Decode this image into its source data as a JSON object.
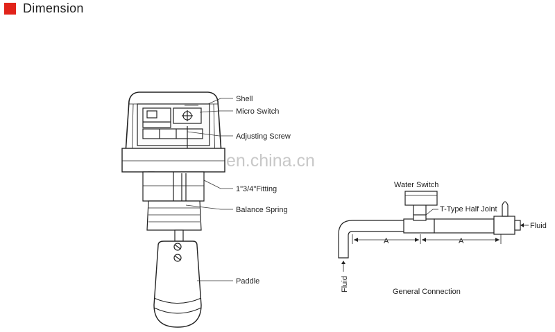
{
  "header": {
    "title": "Dimension",
    "accent_color": "#e1231a"
  },
  "watermark": "en.china.cn",
  "part_labels": {
    "shell": "Shell",
    "micro_switch": "Micro Switch",
    "adjusting_screw": "Adjusting Screw",
    "fitting": "1\"3/4\"Fitting",
    "balance_spring": "Balance Spring",
    "paddle": "Paddle"
  },
  "connection": {
    "water_switch": "Water Switch",
    "t_type_half_joint": "T-Type Half Joint",
    "fluid_out": "Fluid",
    "fluid_in": "Fluid",
    "dim_a_left": "A",
    "dim_a_right": "A",
    "caption": "General Connection"
  }
}
